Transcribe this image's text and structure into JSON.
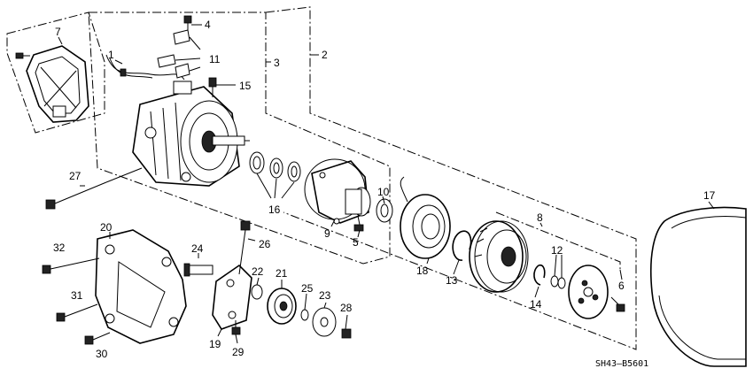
{
  "diagram_code": "SH43—B5601",
  "colors": {
    "line": "#000000",
    "background": "#ffffff"
  },
  "parts": [
    {
      "id": "p1",
      "label": "1"
    },
    {
      "id": "p2",
      "label": "2"
    },
    {
      "id": "p3",
      "label": "3"
    },
    {
      "id": "p4",
      "label": "4"
    },
    {
      "id": "p5",
      "label": "5"
    },
    {
      "id": "p6",
      "label": "6"
    },
    {
      "id": "p7",
      "label": "7"
    },
    {
      "id": "p8",
      "label": "8"
    },
    {
      "id": "p9",
      "label": "9"
    },
    {
      "id": "p10",
      "label": "10"
    },
    {
      "id": "p11",
      "label": "11"
    },
    {
      "id": "p12",
      "label": "12"
    },
    {
      "id": "p13",
      "label": "13"
    },
    {
      "id": "p14",
      "label": "14"
    },
    {
      "id": "p15",
      "label": "15"
    },
    {
      "id": "p16",
      "label": "16"
    },
    {
      "id": "p17",
      "label": "17"
    },
    {
      "id": "p18",
      "label": "18"
    },
    {
      "id": "p19",
      "label": "19"
    },
    {
      "id": "p20",
      "label": "20"
    },
    {
      "id": "p21",
      "label": "21"
    },
    {
      "id": "p22",
      "label": "22"
    },
    {
      "id": "p23",
      "label": "23"
    },
    {
      "id": "p24",
      "label": "24"
    },
    {
      "id": "p25",
      "label": "25"
    },
    {
      "id": "p26",
      "label": "26"
    },
    {
      "id": "p27",
      "label": "27"
    },
    {
      "id": "p28",
      "label": "28"
    },
    {
      "id": "p29",
      "label": "29"
    },
    {
      "id": "p30",
      "label": "30"
    },
    {
      "id": "p31",
      "label": "31"
    },
    {
      "id": "p32",
      "label": "32"
    }
  ]
}
